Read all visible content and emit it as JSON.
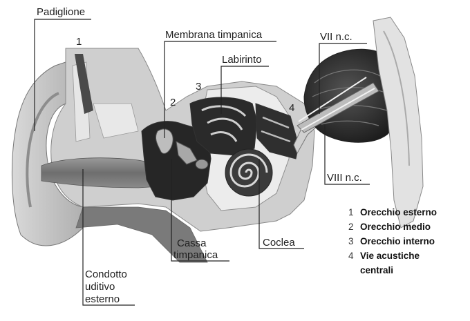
{
  "labels": {
    "padiglione": "Padiglione",
    "membrana": "Membrana timpanica",
    "labirinto": "Labirinto",
    "cassa_1": "Cassa",
    "cassa_2": "timpanica",
    "coclea": "Coclea",
    "condotto_1": "Condotto",
    "condotto_2": "uditivo",
    "condotto_3": "esterno",
    "vii": "VII n.c.",
    "viii": "VIII n.c."
  },
  "region_numbers": {
    "n1": "1",
    "n2": "2",
    "n3": "3",
    "n4": "4"
  },
  "legend": [
    {
      "num": "1",
      "text": "Orecchio esterno"
    },
    {
      "num": "2",
      "text": "Orecchio medio"
    },
    {
      "num": "3",
      "text": "Orecchio interno"
    },
    {
      "num": "4",
      "text": "Vie acustiche",
      "cont": "centrali"
    }
  ]
}
